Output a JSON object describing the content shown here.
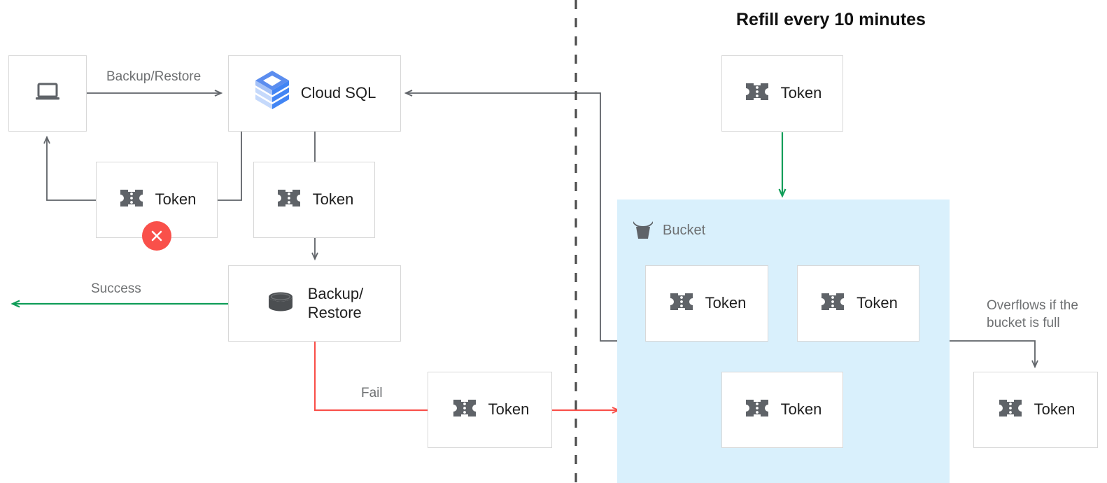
{
  "title": "Refill every 10 minutes",
  "nodes": {
    "client": {
      "name": "client-device",
      "icon": "laptop-icon",
      "label": ""
    },
    "cloud_sql": {
      "name": "cloud-sql",
      "icon": "cloud-sql-icon",
      "label": "Cloud SQL"
    },
    "token_failed": {
      "name": "token-failed",
      "icon": "token-icon",
      "label": "Token",
      "badge": "x-icon"
    },
    "token_request": {
      "name": "token-request",
      "icon": "token-icon",
      "label": "Token"
    },
    "backup_restore": {
      "name": "backup-restore",
      "icon": "database-icon",
      "label": "Backup/\nRestore"
    },
    "token_fail_out": {
      "name": "token-fail-out",
      "icon": "token-icon",
      "label": "Token"
    },
    "token_refill": {
      "name": "token-refill",
      "icon": "token-icon",
      "label": "Token"
    },
    "token_bucket_1": {
      "name": "token-bucket-1",
      "icon": "token-icon",
      "label": "Token"
    },
    "token_bucket_2": {
      "name": "token-bucket-2",
      "icon": "token-icon",
      "label": "Token"
    },
    "token_bucket_3": {
      "name": "token-bucket-3",
      "icon": "token-icon",
      "label": "Token"
    },
    "token_overflow": {
      "name": "token-overflow",
      "icon": "token-icon",
      "label": "Token"
    }
  },
  "bucket": {
    "label": "Bucket",
    "icon": "bucket-icon"
  },
  "edges": {
    "backup_restore": "Backup/Restore",
    "success": "Success",
    "fail": "Fail",
    "overflow": "Overflows if the\nbucket is full"
  },
  "colors": {
    "success_green": "#0f9d58",
    "fail_red": "#f9504a",
    "wire_gray": "#5f6368",
    "bucket_blue": "#d9f0fc",
    "box_border": "#d8d8d8",
    "icon_gray": "#5f6368",
    "label_gray": "#6e7072",
    "cloud_sql_blue": "#4285f4"
  }
}
